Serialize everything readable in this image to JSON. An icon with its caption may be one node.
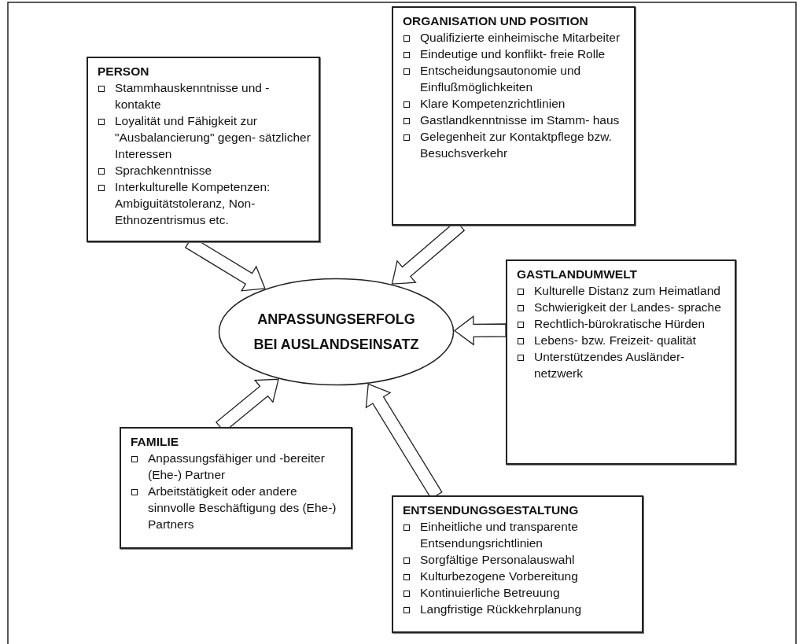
{
  "diagram": {
    "nodes": [
      {
        "text": [
          "ORGANISATION UND POSITION",
          "Qualifizierte einheimische Mitarbeiter",
          "Eindeutige und konflikt- freie Rolle",
          "Entscheidungsautonomie und Einflußmöglichkeiten",
          "Klare Kompetenzrichtlinien",
          "Gastlandkenntnisse im Stamm- haus",
          "Gelegenheit zur Kontaktpflege bzw. Besuchsverkehr"
        ]
      },
      {
        "text": [
          "PERSON",
          "Stammhauskenntnisse und -kontakte",
          "Loyalität und Fähigkeit zur \"Ausbalancierung\" gegen- sätzlicher Interessen",
          "Sprachkenntnisse",
          "Interkulturelle Kompetenzen: Ambiguitätstoleranz, Non- Ethnozentrismus etc."
        ]
      },
      {
        "text": [
          "ANPASSUNGSERFOLG BEI AUSLANDSEINSATZ"
        ]
      },
      {
        "text": [
          "GASTLANDUMWELT",
          "Kulturelle Distanz zum Heimatland",
          "Schwierigkeit der Landes- sprache",
          "Rechtlich-bürokratische Hürden",
          "Lebens- bzw. Freizeit- qualität",
          "Unterstützendes Ausländer- netzwerk"
        ]
      },
      {
        "text": [
          "FAMILIE",
          "Anpassungsfähiger und -bereiter (Ehe-) Partner",
          "Arbeitstätigkeit oder andere sinnvolle Beschäftigung des (Ehe-) Partners"
        ]
      },
      {
        "text": [
          "ENTSENDUNGSGESTALTUNG",
          "Einheitliche und transparente Entsendungsrichtlinien",
          "Sorgfältige Personalauswahl",
          "Kulturbezogene Vorbereitung",
          "Kontinuierliche Betreuung",
          "Langfristige Rückkehrplanung"
        ]
      }
    ],
    "edges": [
      {
        "from": 1,
        "to": 2,
        "arrow": "to"
      },
      {
        "from": 0,
        "to": 2,
        "arrow": "to"
      },
      {
        "from": 3,
        "to": 2,
        "arrow": "to"
      },
      {
        "from": 4,
        "to": 2,
        "arrow": "to"
      },
      {
        "from": 5,
        "to": 2,
        "arrow": "to"
      }
    ]
  }
}
